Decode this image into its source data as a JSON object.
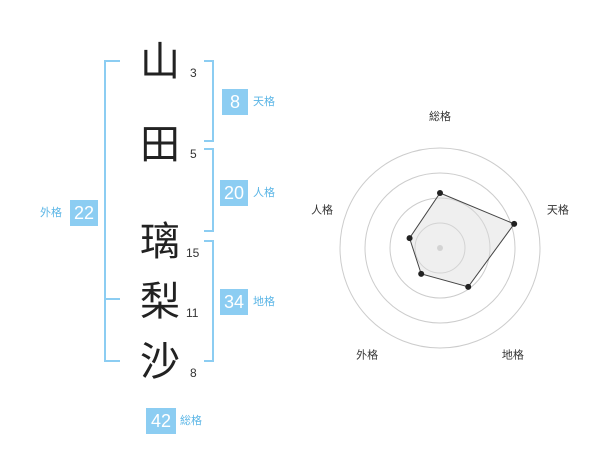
{
  "name": {
    "chars": [
      {
        "char": "山",
        "strokes": "3"
      },
      {
        "char": "田",
        "strokes": "5"
      },
      {
        "char": "璃",
        "strokes": "15"
      },
      {
        "char": "梨",
        "strokes": "11"
      },
      {
        "char": "沙",
        "strokes": "8"
      }
    ]
  },
  "kakusu": {
    "tenkaku": {
      "value": "8",
      "label": "天格"
    },
    "jinkaku": {
      "value": "20",
      "label": "人格"
    },
    "chikaku": {
      "value": "34",
      "label": "地格"
    },
    "gaikaku": {
      "value": "22",
      "label": "外格"
    },
    "soukaku": {
      "value": "42",
      "label": "総格"
    }
  },
  "colors": {
    "accent": "#8ccdf2",
    "accent_text": "#5ab5e6"
  },
  "chart_data": {
    "type": "radar",
    "axes": [
      "総格",
      "天格",
      "地格",
      "外格",
      "人格"
    ],
    "values": [
      0.55,
      0.78,
      0.48,
      0.32,
      0.32
    ],
    "rings": 4
  }
}
